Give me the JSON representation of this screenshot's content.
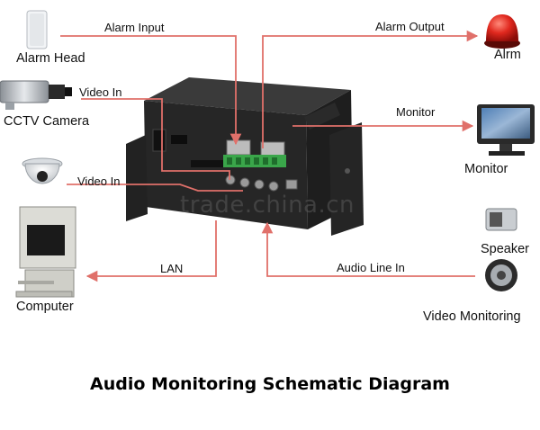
{
  "labels": {
    "alarm_head": "Alarm Head",
    "cctv_camera": "CCTV Camera",
    "computer": "Computer",
    "alarm": "Alrm",
    "monitor": "Monitor",
    "speaker": "Speaker",
    "video_monitoring": "Video Monitoring"
  },
  "connections": {
    "alarm_input": "Alarm Input",
    "video_in_1": "Video In",
    "video_in_2": "Video In",
    "lan": "LAN",
    "alarm_output": "Alarm Output",
    "monitor": "Monitor",
    "audio_line_in": "Audio Line In"
  },
  "title": "Audio Monitoring Schematic Diagram",
  "watermark": "trade.china.cn",
  "colors": {
    "wire": "#e0706a",
    "device_body": "#1c1c1c",
    "alarm_light": "#d8201a",
    "terminal_green": "#3aa64a"
  }
}
